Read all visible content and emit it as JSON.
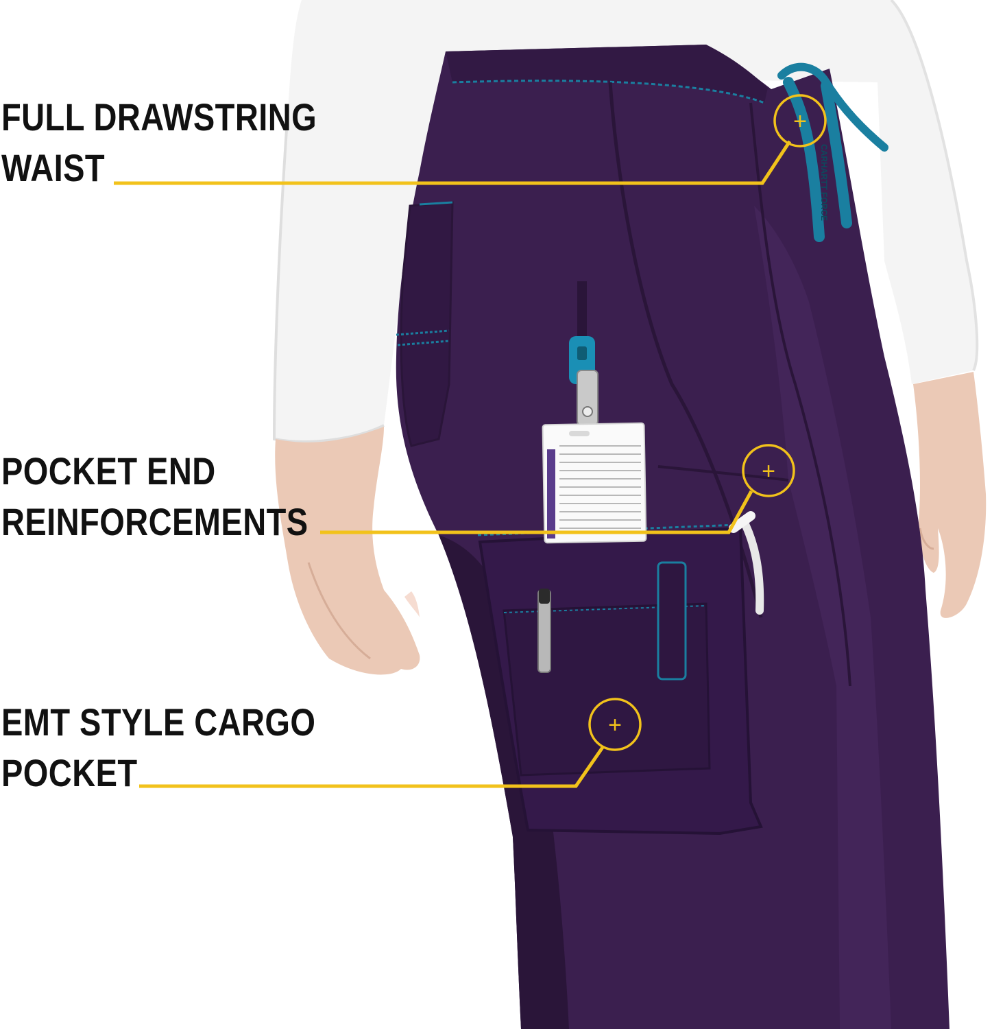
{
  "image": {
    "subject": "purple-scrub-pants-with-feature-callouts",
    "colors": {
      "background": "#ffffff",
      "pants": "#3b1f4f",
      "pants_shadow": "#2a1539",
      "pants_highlight": "#4a2a63",
      "accent_teal": "#1a7fa0",
      "callout_yellow": "#f2c21b",
      "shirt": "#f4f4f4",
      "skin": "#ebc9b6",
      "label_text": "#111111"
    }
  },
  "callouts": [
    {
      "id": "drawstring",
      "lines": [
        "FULL DRAWSTRING",
        "WAIST"
      ],
      "marker_glyph": "+"
    },
    {
      "id": "reinforce",
      "lines": [
        "POCKET END",
        "REINFORCEMENTS"
      ],
      "marker_glyph": "+"
    },
    {
      "id": "cargo",
      "lines": [
        "EMT STYLE CARGO",
        "POCKET"
      ],
      "marker_glyph": "+"
    }
  ],
  "badge": {
    "brand_tape": "CARHARTT FORCE"
  }
}
